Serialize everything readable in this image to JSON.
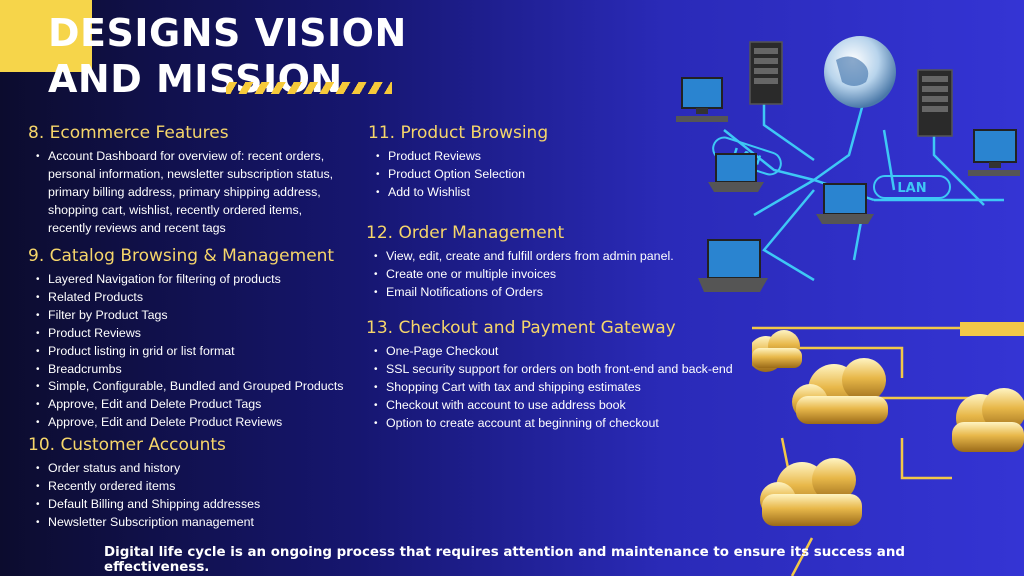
{
  "title": "DESIGNS VISION AND MISSION",
  "sections": [
    {
      "heading": "8. Ecommerce Features",
      "items": [
        "Account Dashboard for overview of: recent orders, personal information, newsletter subscription status, primary billing address, primary shipping address, shopping cart, wishlist, recently ordered items, recently reviews and recent tags"
      ]
    },
    {
      "heading": "9. Catalog Browsing & Management",
      "items": [
        "Layered Navigation for filtering of products",
        "Related Products",
        "Filter by Product Tags",
        "Product Reviews",
        "Product listing in grid or list format",
        "Breadcrumbs",
        "Simple, Configurable, Bundled and Grouped Products",
        "Approve, Edit and Delete Product Tags",
        "Approve, Edit and Delete Product Reviews"
      ]
    },
    {
      "heading": "10. Customer Accounts",
      "items": [
        "Order status and history",
        "Recently ordered items",
        "Default Billing and Shipping addresses",
        "Newsletter Subscription management"
      ]
    },
    {
      "heading": "11. Product Browsing",
      "items": [
        "Product Reviews",
        "Product Option Selection",
        "Add to Wishlist"
      ]
    },
    {
      "heading": "12. Order Management",
      "items": [
        "View, edit, create and fulfill orders from admin panel.",
        "Create one or multiple invoices",
        "Email Notifications of Orders"
      ]
    },
    {
      "heading": "13. Checkout and Payment Gateway",
      "items": [
        "One-Page Checkout",
        "SSL security support for orders on both front-end and back-end",
        "Shopping Cart with tax and shipping estimates",
        "Checkout with account to use address book",
        "Option to create account at beginning of checkout"
      ]
    }
  ],
  "network_labels": [
    "LAN",
    "LAN"
  ],
  "footer": "Digital life cycle is an ongoing process that requires attention and maintenance to ensure its success and effectiveness.",
  "colors": {
    "heading": "#f6d66a",
    "accent_block": "#f6d54a",
    "background_left": "#0c0c2e",
    "background_right": "#3434d4"
  }
}
